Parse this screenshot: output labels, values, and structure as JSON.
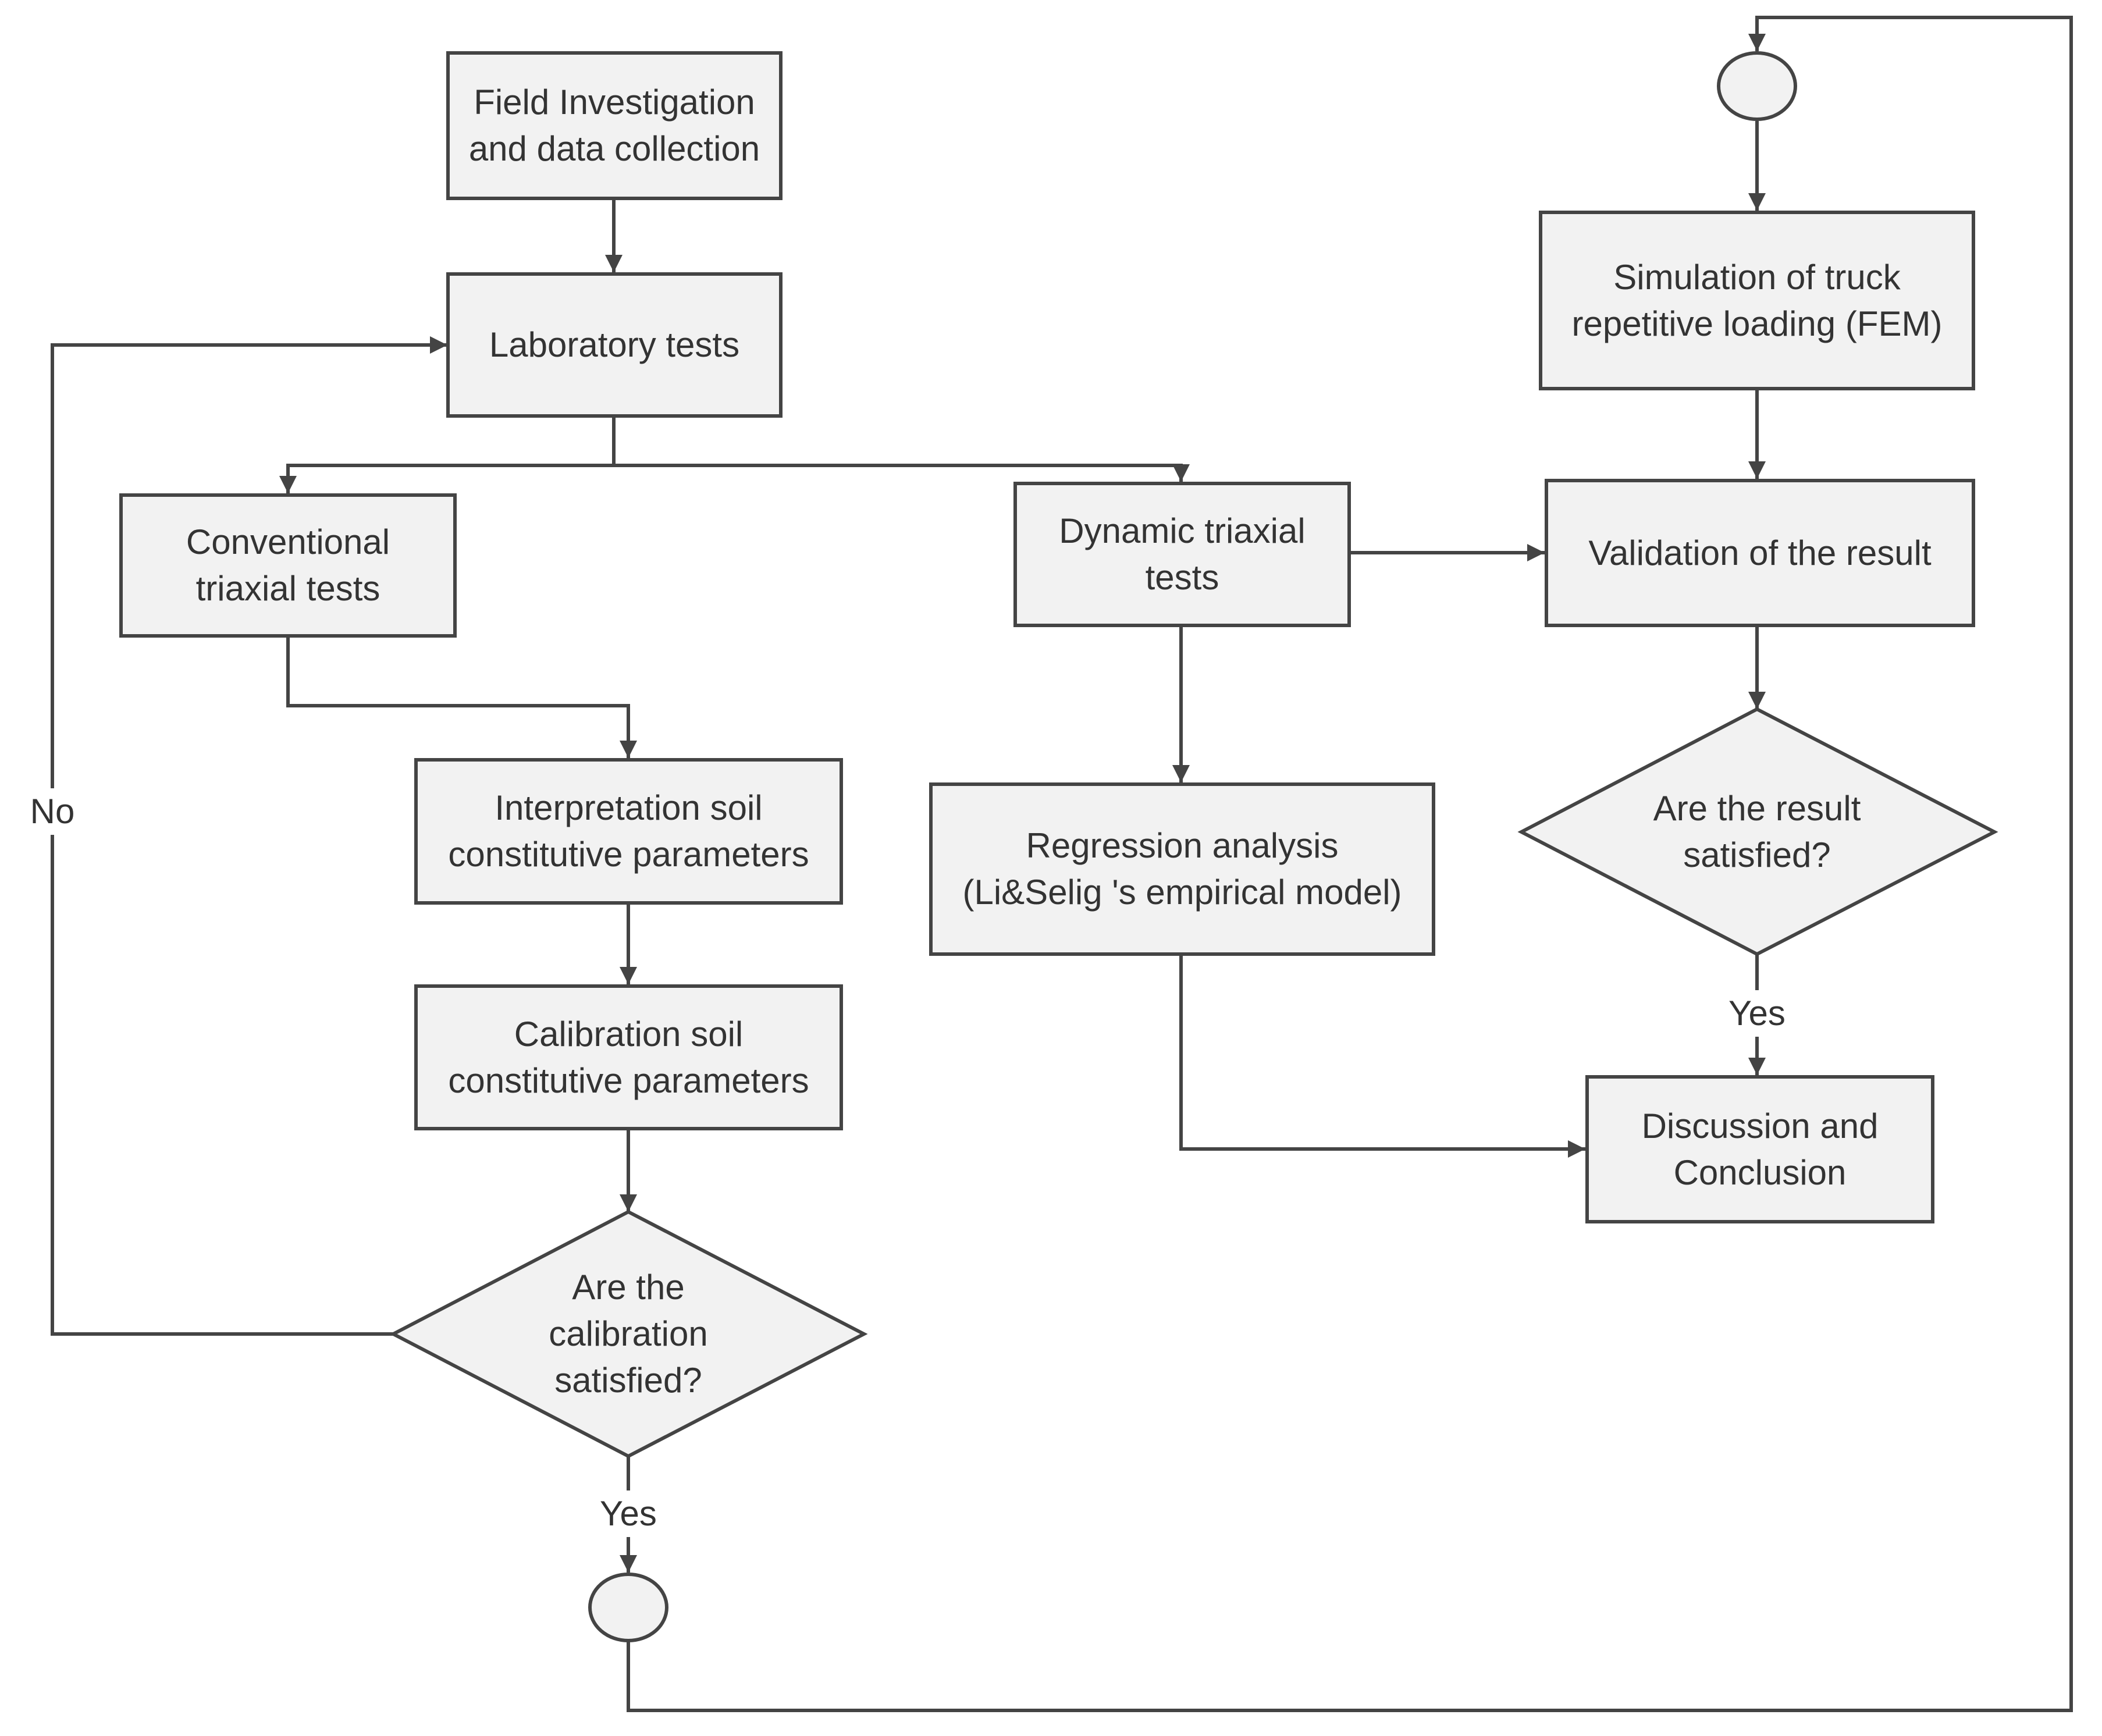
{
  "colors": {
    "box_fill": "#f2f2f2",
    "stroke": "#444444",
    "text": "#333333",
    "background": "#ffffff"
  },
  "nodes": {
    "field_investigation": "Field Investigation\nand data collection",
    "laboratory_tests": "Laboratory tests",
    "conventional_triaxial": "Conventional\ntriaxial tests",
    "dynamic_triaxial": "Dynamic triaxial\ntests",
    "interpretation": "Interpretation soil\nconstitutive parameters",
    "calibration": "Calibration soil\nconstitutive parameters",
    "calibration_decision": "Are the\ncalibration\nsatisfied?",
    "regression": "Regression analysis\n(Li&Selig 's empirical model)",
    "simulation": "Simulation of truck\nrepetitive loading (FEM)",
    "validation": "Validation of the result",
    "result_decision": "Are the result\nsatisfied?",
    "discussion": "Discussion and\nConclusion"
  },
  "edge_labels": {
    "no": "No",
    "yes_calibration": "Yes",
    "yes_result": "Yes"
  }
}
